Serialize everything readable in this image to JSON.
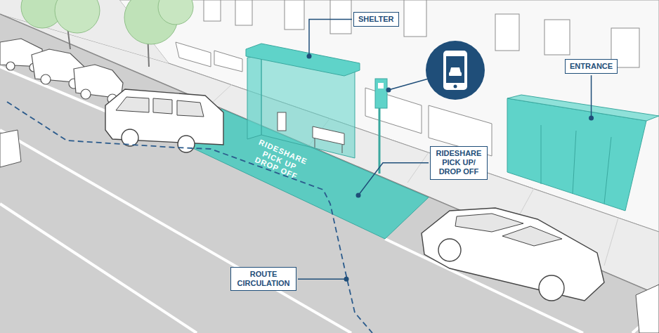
{
  "diagram": {
    "nodes": [
      {
        "text": [
          "SHELTER"
        ]
      },
      {
        "text": [
          "ENTRANCE"
        ]
      },
      {
        "text": [
          "RIDESHARE PICK UP/ DROP OFF"
        ]
      },
      {
        "text": [
          "ROUTE CIRCULATION"
        ]
      }
    ],
    "labels": [
      "RIDESHARE PICK UP DROP OFF"
    ]
  }
}
